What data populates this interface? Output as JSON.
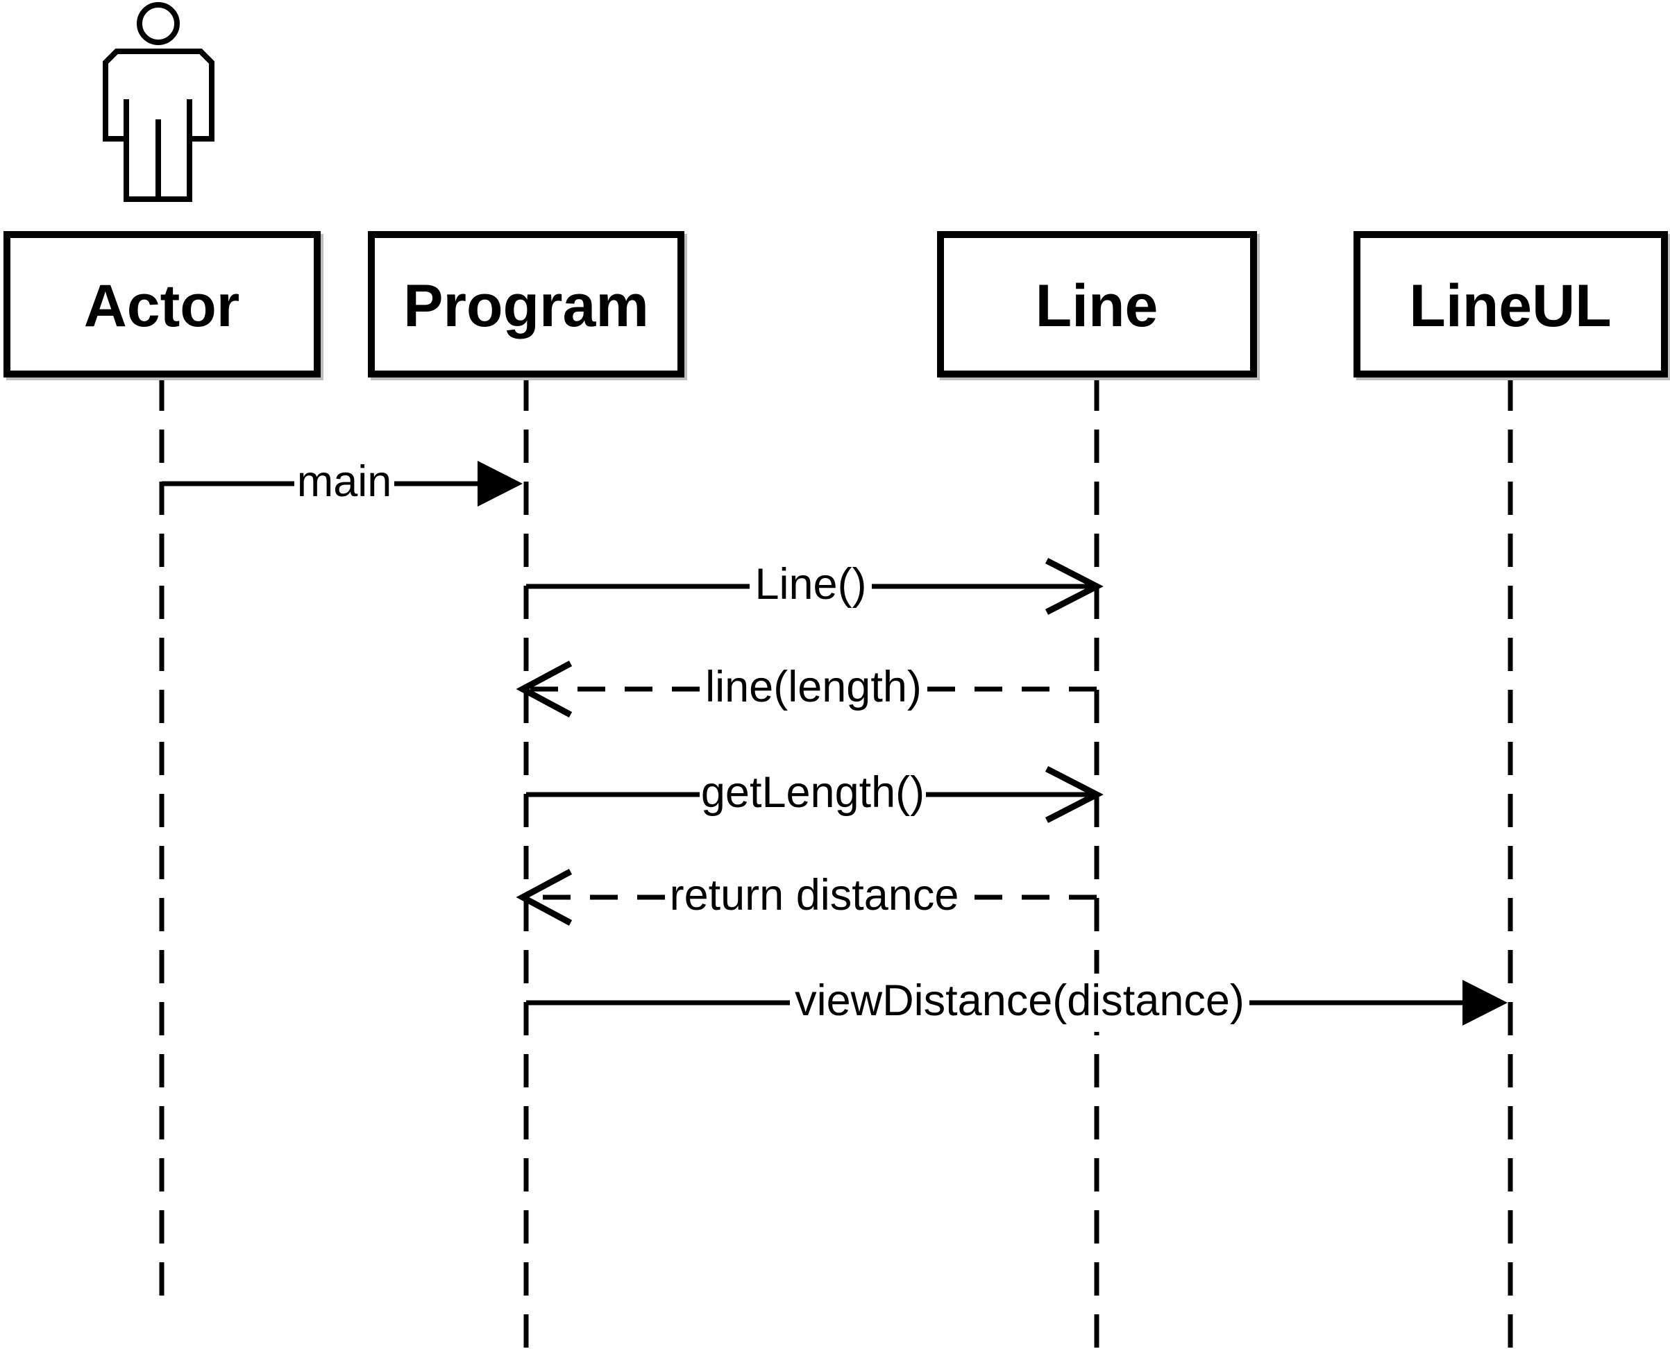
{
  "diagram_type": "uml-sequence-diagram",
  "colors": {
    "background": "#ffffff",
    "line": "#000000",
    "box_shadow": "#bdbdbd"
  },
  "icons": [
    {
      "name": "person-icon",
      "represents": "actor stick figure"
    },
    {
      "name": "filled-arrowhead-icon",
      "represents": "synchronous call arrow"
    },
    {
      "name": "open-arrowhead-icon",
      "represents": "asynchronous / return arrow"
    }
  ],
  "participants": [
    {
      "label": "Actor",
      "type": "actor"
    },
    {
      "label": "Program",
      "type": "object"
    },
    {
      "label": "Line",
      "type": "object"
    },
    {
      "label": "LineUL",
      "type": "object"
    }
  ],
  "messages": [
    {
      "label": "main",
      "from": "Actor",
      "to": "Program",
      "line": "solid",
      "arrowhead": "filled"
    },
    {
      "label": "Line()",
      "from": "Program",
      "to": "Line",
      "line": "solid",
      "arrowhead": "open"
    },
    {
      "label": "line(length)",
      "from": "Line",
      "to": "Program",
      "line": "dashed",
      "arrowhead": "open"
    },
    {
      "label": "getLength()",
      "from": "Program",
      "to": "Line",
      "line": "solid",
      "arrowhead": "open"
    },
    {
      "label": "return distance",
      "from": "Line",
      "to": "Program",
      "line": "dashed",
      "arrowhead": "open"
    },
    {
      "label": "viewDistance(distance)",
      "from": "Program",
      "to": "LineUL",
      "line": "solid",
      "arrowhead": "filled"
    }
  ]
}
